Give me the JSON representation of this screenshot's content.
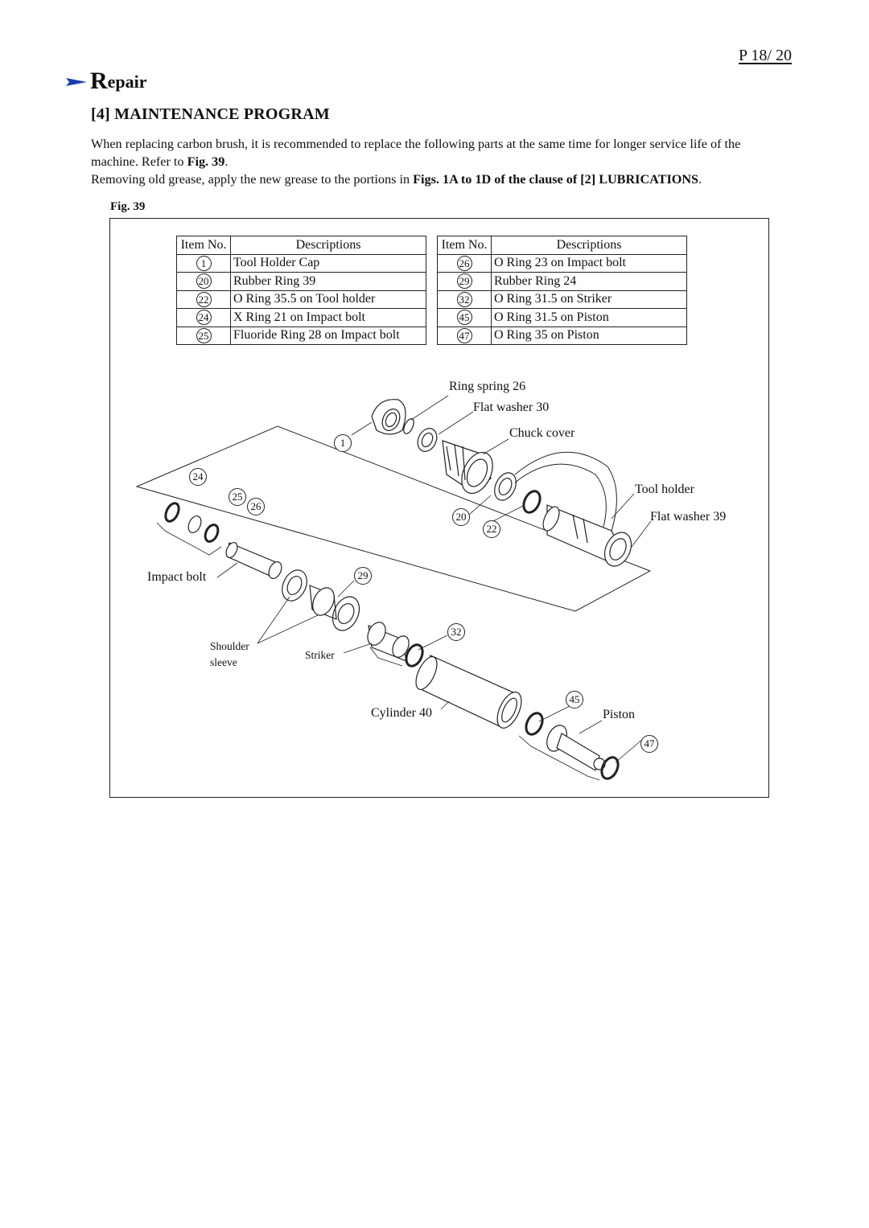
{
  "page_number": "P 18/ 20",
  "section": {
    "first_letter": "R",
    "rest": "epair"
  },
  "title": "[4] MAINTENANCE  PROGRAM",
  "paragraph1": {
    "text": "When replacing carbon brush, it is recommended to replace the following parts at the same time for longer service life of the machine. Refer to ",
    "bold": "Fig. 39",
    "end": "."
  },
  "paragraph2": {
    "text": "Removing old grease, apply the new grease to the portions in ",
    "bold": "Figs. 1A to 1D of the clause of [2] LUBRICATIONS",
    "end": "."
  },
  "figure_label": "Fig. 39",
  "table": {
    "headers": {
      "item_no": "Item No.",
      "descriptions": "Descriptions"
    },
    "left_rows": [
      {
        "no": "1",
        "desc": "Tool Holder Cap"
      },
      {
        "no": "20",
        "desc": "Rubber Ring 39"
      },
      {
        "no": "22",
        "desc": "O Ring 35.5 on Tool holder"
      },
      {
        "no": "24",
        "desc": "X Ring 21 on Impact bolt"
      },
      {
        "no": "25",
        "desc": "Fluoride Ring 28 on Impact bolt"
      }
    ],
    "right_rows": [
      {
        "no": "26",
        "desc": "O Ring 23  on Impact bolt"
      },
      {
        "no": "29",
        "desc": "Rubber Ring 24"
      },
      {
        "no": "32",
        "desc": "O Ring 31.5 on Striker"
      },
      {
        "no": "45",
        "desc": "O Ring 31.5 on Piston"
      },
      {
        "no": "47",
        "desc": "O Ring 35 on Piston"
      }
    ]
  },
  "diagram": {
    "labels": {
      "ring_spring": "Ring spring 26",
      "flat_washer_30": "Flat washer 30",
      "chuck_cover": "Chuck cover",
      "tool_holder": "Tool holder",
      "flat_washer_39": "Flat washer 39",
      "impact_bolt": "Impact bolt",
      "shoulder": "Shoulder",
      "sleeve": "sleeve",
      "striker": "Striker",
      "cylinder": "Cylinder 40",
      "piston": "Piston"
    },
    "callouts": {
      "c1": "1",
      "c20": "20",
      "c22": "22",
      "c24": "24",
      "c25": "25",
      "c26": "26",
      "c29": "29",
      "c32": "32",
      "c45": "45",
      "c47": "47"
    }
  }
}
